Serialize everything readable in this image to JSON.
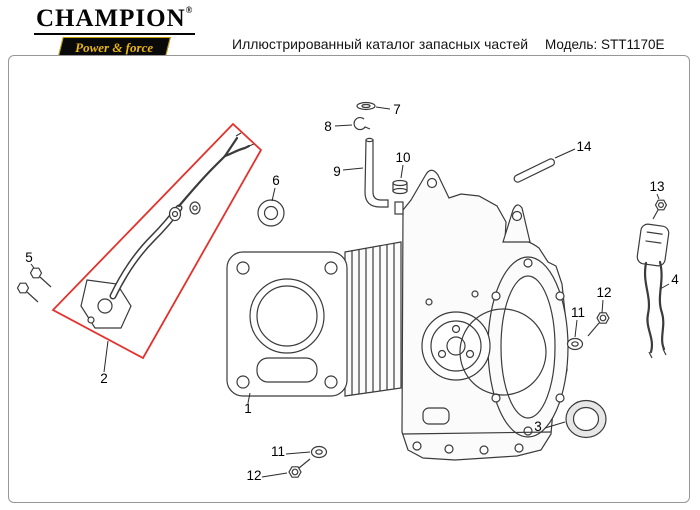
{
  "header": {
    "brand": "CHAMPION",
    "brand_mark": "®",
    "tagline": "Power & force",
    "title": "Иллюстрированный каталог запасных частей",
    "model": "Модель: STT1170E"
  },
  "diagram": {
    "highlight": {
      "callout": "2",
      "color": "#e5312b"
    },
    "callouts": [
      {
        "label": "7"
      },
      {
        "label": "8"
      },
      {
        "label": "9"
      },
      {
        "label": "10"
      },
      {
        "label": "14"
      },
      {
        "label": "13"
      },
      {
        "label": "6"
      },
      {
        "label": "5"
      },
      {
        "label": "4"
      },
      {
        "label": "12"
      },
      {
        "label": "11"
      },
      {
        "label": "2"
      },
      {
        "label": "1"
      },
      {
        "label": "3"
      },
      {
        "label": "11"
      },
      {
        "label": "12"
      }
    ]
  }
}
